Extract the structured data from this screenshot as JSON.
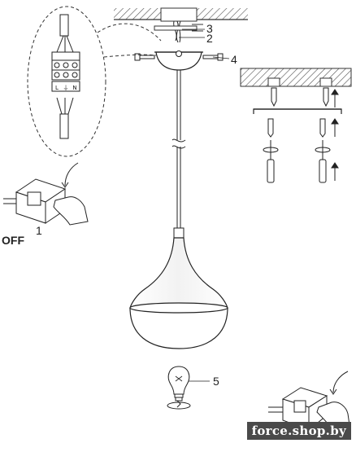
{
  "callouts": {
    "n1": "1",
    "n2": "2",
    "n3": "3",
    "n4": "4",
    "n5": "5",
    "off": "OFF"
  },
  "terminal_block": {
    "terminals": [
      "L",
      "⏚",
      "N"
    ]
  },
  "watermark": "force.shop.by",
  "icons": [
    "ceiling-hatch",
    "ceiling-canopy",
    "hanging-cord",
    "lamp-shade",
    "light-bulb",
    "wire-zoom-bubble",
    "wall-switch",
    "hand-pointer",
    "mounting-bracket",
    "screw",
    "wall-plug",
    "screwdriver",
    "rotate-arrow"
  ]
}
